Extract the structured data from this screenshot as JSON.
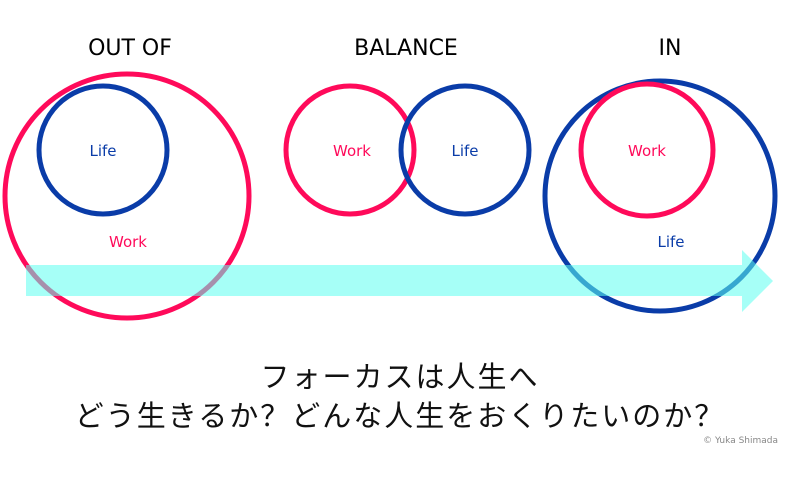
{
  "headings": {
    "out_of": "OUT OF",
    "balance": "BALANCE",
    "in": "IN"
  },
  "labels": {
    "out_of_life": "Life",
    "out_of_work": "Work",
    "balance_work": "Work",
    "balance_life": "Life",
    "in_work": "Work",
    "in_life": "Life"
  },
  "caption": {
    "line1": "フォーカスは人生へ",
    "line2": "どう生きるか？どんな人生をおくりたいのか？"
  },
  "copyright": "© Yuka Shimada",
  "colors": {
    "work": "#ff0a5a",
    "life": "#0a3ca8",
    "arrow": "#7ffff0"
  }
}
